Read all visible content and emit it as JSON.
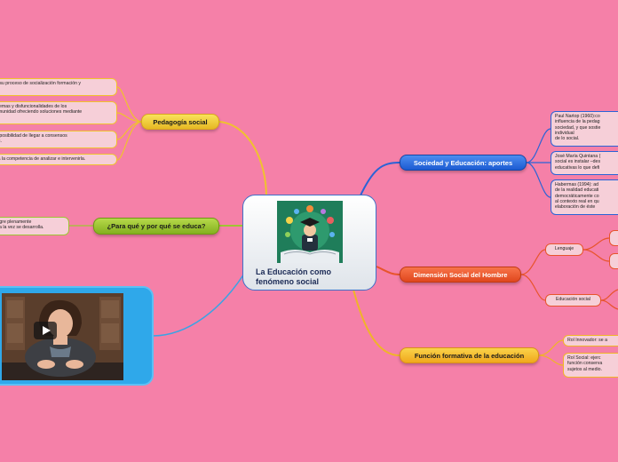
{
  "central": {
    "title": "La Educación como fenómeno social"
  },
  "branches": {
    "pedagogia": "Pedagogía social",
    "para_que": "¿Para qué y por qué se educa?",
    "sociedad": "Sociedad y Educación: aportes",
    "dimension": "Dimensión Social del Hombre",
    "funcion": "Función formativa de la educación"
  },
  "pedagogia_leaves": [
    "n su proceso de socialización formación y",
    "blemas y disfuncionalidades de los\nomunidad ofreciendo soluciones mediante",
    "e posibilidad de llegar a consensos\nes.",
    "ita la competencia de analizar e intervenirla."
  ],
  "para_que_leaves": [
    "tegre plenamente\ny a la vez se desarrolla."
  ],
  "sociedad_leaves": [
    "Paul Nartop (1960):co\ninfluencia de la pedag\nsociedad, y que sostie\nindividual\nde lo social.",
    "José María Quintana (\nsocial es instalar –des\neducativas lo que defi",
    "Habermas (1994): ad\nde la realidad educati\ndemocráticamente co\nal contexto real en qu\nelaboración de éste"
  ],
  "dimension_leaves": {
    "lenguaje": "Lenguaje",
    "educacion_social": "Educación social"
  },
  "funcion_leaves": [
    "Rol Innovador: se a",
    "Rol Social: ejerc\nfunción conserva\nsujetos al medio."
  ],
  "colors": {
    "background": "#f580a8",
    "yellow": "#f0c22e",
    "green": "#9fc533",
    "blue": "#2a63d6",
    "orange": "#e8542c",
    "gold": "#f0b428",
    "video": "#2fa8ea"
  },
  "icons": [
    "graduate-illustration-icon",
    "play-icon"
  ]
}
